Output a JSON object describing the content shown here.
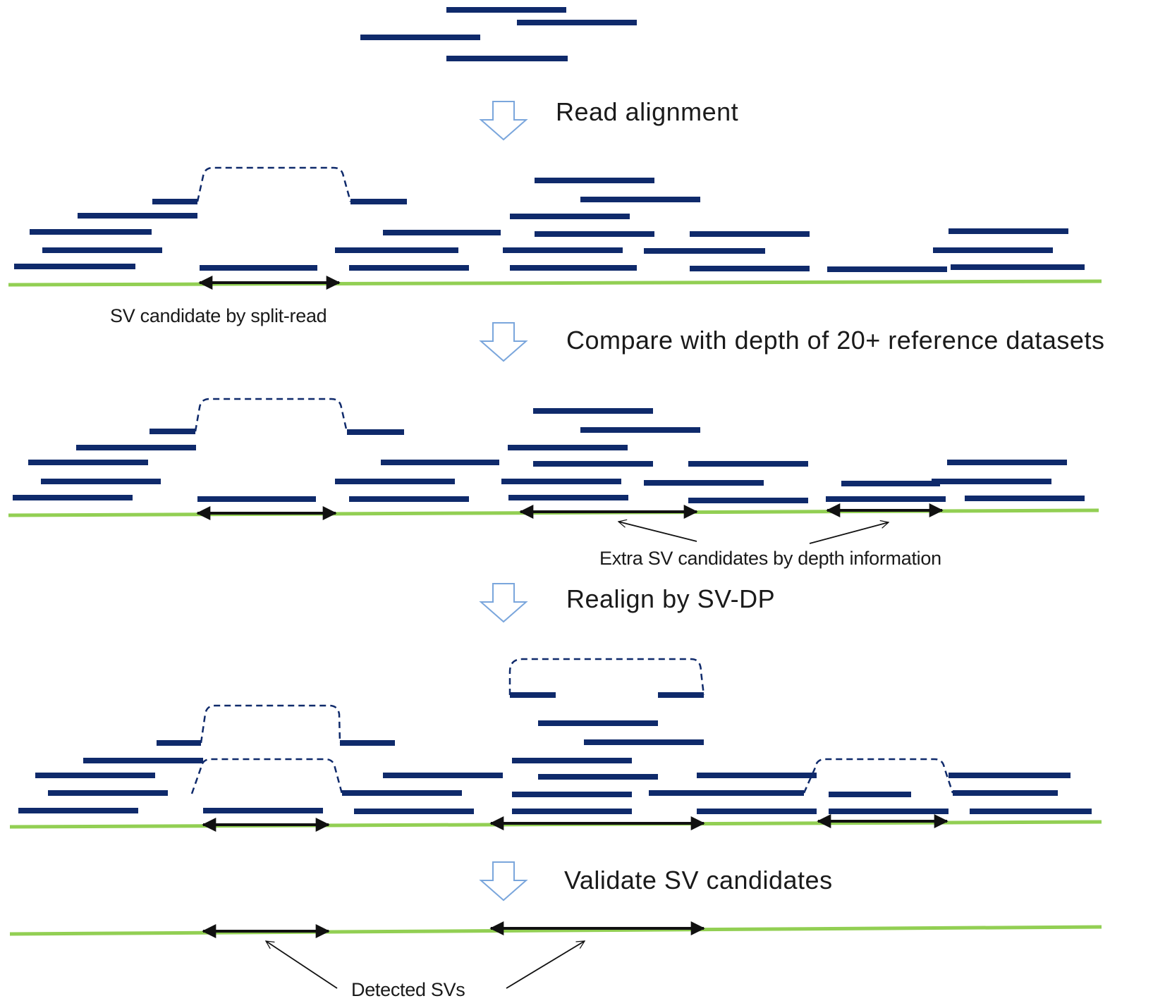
{
  "steps": {
    "read_alignment": "Read alignment",
    "compare_depth": "Compare with depth of 20+ reference datasets",
    "realign": "Realign by SV-DP",
    "validate": "Validate SV candidates"
  },
  "annotations": {
    "split_read": "SV candidate by split-read",
    "extra_depth": "Extra SV candidates by depth information",
    "detected": "Detected SVs"
  },
  "colors": {
    "read": "#0f2a6b",
    "reference": "#92cf53",
    "arrow": "#111111",
    "flow_arrow_stroke": "#7aa6dc",
    "text": "#1a1a1a"
  },
  "icons": {
    "flow": "down-outline-arrow-icon",
    "span": "double-headed-arrow-icon",
    "pointer": "open-arrowhead-pointer-icon"
  }
}
